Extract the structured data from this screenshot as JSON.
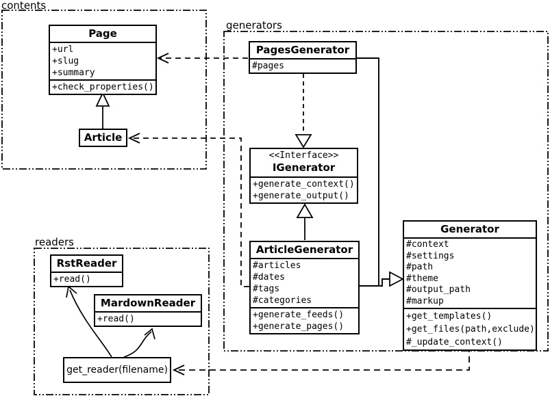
{
  "packages": {
    "contents": {
      "label": "contents"
    },
    "generators": {
      "label": "generators"
    },
    "readers": {
      "label": "readers"
    }
  },
  "classes": {
    "page": {
      "name": "Page",
      "attributes": [
        "+url",
        "+slug",
        "+summary"
      ],
      "methods": [
        "+check_properties()"
      ]
    },
    "article": {
      "name": "Article"
    },
    "pages_generator": {
      "name": "PagesGenerator",
      "attributes": [
        "#pages"
      ]
    },
    "igenerator": {
      "stereotype": "<<Interface>>",
      "name": "IGenerator",
      "methods": [
        "+generate_context()",
        "+generate_output()"
      ]
    },
    "article_generator": {
      "name": "ArticleGenerator",
      "attributes": [
        "#articles",
        "#dates",
        "#tags",
        "#categories"
      ],
      "methods": [
        "+generate_feeds()",
        "+generate_pages()"
      ]
    },
    "generator": {
      "name": "Generator",
      "attributes": [
        "#context",
        "#settings",
        "#path",
        "#theme",
        "#output_path",
        "#markup"
      ],
      "methods": [
        "+get_templates()",
        "+get_files(path,exclude)",
        "#_update_context()"
      ]
    },
    "rst_reader": {
      "name": "RstReader",
      "methods": [
        "+read()"
      ]
    },
    "mardown_reader": {
      "name": "MardownReader",
      "methods": [
        "+read()"
      ]
    },
    "get_reader": {
      "name": "get_reader(filename)"
    }
  },
  "relationships": [
    {
      "from": "Article",
      "to": "Page",
      "type": "inheritance"
    },
    {
      "from": "PagesGenerator",
      "to": "Page",
      "type": "dependency"
    },
    {
      "from": "ArticleGenerator",
      "to": "Article",
      "type": "dependency"
    },
    {
      "from": "PagesGenerator",
      "to": "IGenerator",
      "type": "realization"
    },
    {
      "from": "ArticleGenerator",
      "to": "IGenerator",
      "type": "inheritance"
    },
    {
      "from": "PagesGenerator",
      "to": "Generator",
      "type": "inheritance"
    },
    {
      "from": "ArticleGenerator",
      "to": "Generator",
      "type": "inheritance"
    },
    {
      "from": "Generator",
      "to": "get_reader(filename)",
      "type": "dependency"
    },
    {
      "from": "get_reader(filename)",
      "to": "RstReader",
      "type": "uses"
    },
    {
      "from": "get_reader(filename)",
      "to": "MardownReader",
      "type": "uses"
    }
  ],
  "colors": {
    "line": "#000000",
    "background": "#ffffff"
  }
}
